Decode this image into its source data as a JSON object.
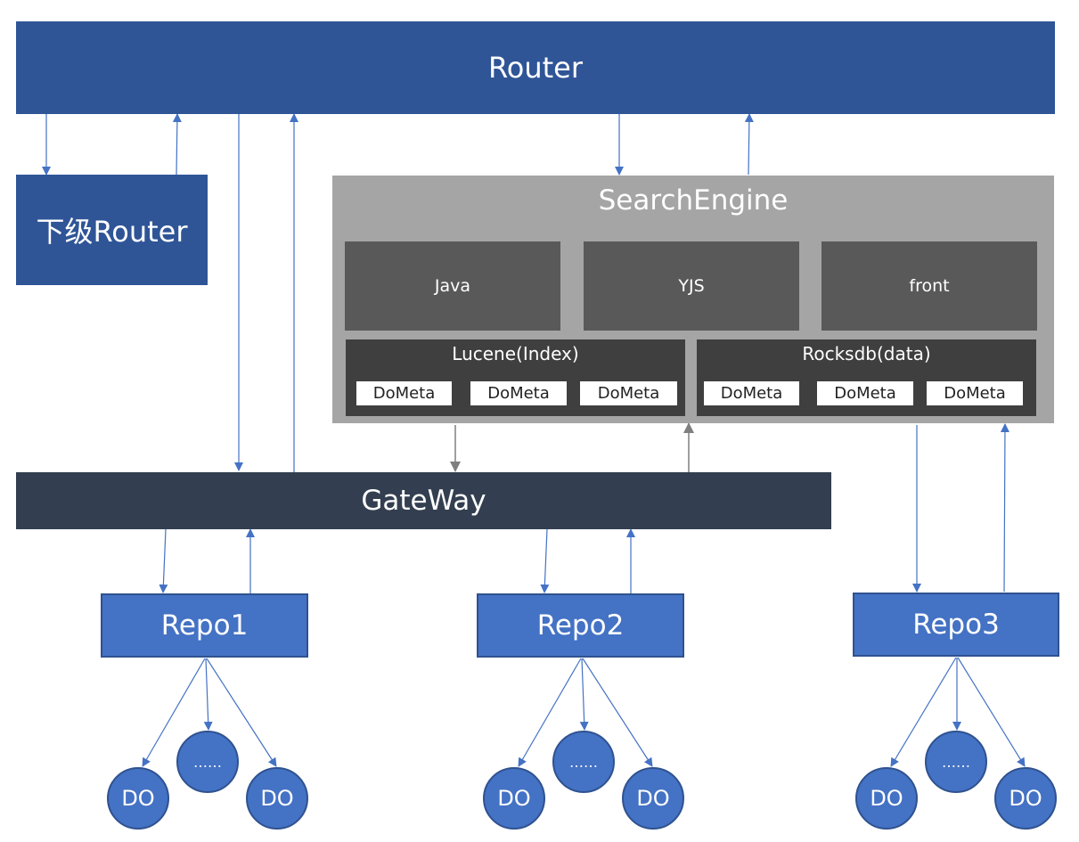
{
  "colors": {
    "router": "#2F5597",
    "search_engine": "#A5A5A5",
    "module": "#595959",
    "storage": "#3F3F3F",
    "gateway": "#333F50",
    "repo": "#4472C4",
    "arrow_blue": "#4472C4",
    "arrow_gray": "#7F7F7F"
  },
  "router": {
    "label": "Router"
  },
  "sub_router": {
    "label": "下级Router"
  },
  "search_engine": {
    "label": "SearchEngine",
    "modules": [
      "Java",
      "YJS",
      "front"
    ],
    "lucene": {
      "label": "Lucene(Index)",
      "items": [
        "DoMeta",
        "DoMeta",
        "DoMeta"
      ]
    },
    "rocksdb": {
      "label": "Rocksdb(data)",
      "items": [
        "DoMeta",
        "DoMeta",
        "DoMeta"
      ]
    }
  },
  "gateway": {
    "label": "GateWay"
  },
  "repos": [
    {
      "label": "Repo1",
      "nodes": [
        "DO",
        "……",
        "DO"
      ]
    },
    {
      "label": "Repo2",
      "nodes": [
        "DO",
        "……",
        "DO"
      ]
    },
    {
      "label": "Repo3",
      "nodes": [
        "DO",
        "……",
        "DO"
      ]
    }
  ]
}
